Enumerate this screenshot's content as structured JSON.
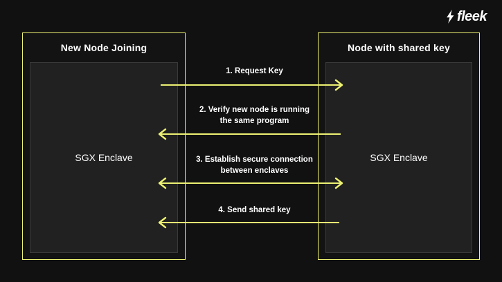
{
  "brand": {
    "name": "fleek",
    "bolt_icon": "lightning-bolt-icon"
  },
  "colors": {
    "background": "#111111",
    "accent": "#eef273",
    "panel_fill": "#131313",
    "enclave_fill": "#212121",
    "enclave_border": "#3a3a3a",
    "text": "#ffffff"
  },
  "panels": [
    {
      "id": "new-node-joining",
      "title": "New Node Joining",
      "enclave_label": "SGX\nEnclave"
    },
    {
      "id": "node-with-shared-key",
      "title": "Node with shared key",
      "enclave_label": "SGX\nEnclave"
    }
  ],
  "messages": [
    {
      "step": "1.",
      "label": "Request Key",
      "text": "1.  Request Key",
      "direction": "right"
    },
    {
      "step": "2.",
      "label": "Verify new node is running\nthe same program",
      "text": "2.  Verify new node is running\nthe same program",
      "direction": "left"
    },
    {
      "step": "3.",
      "label": "Establish secure connection\nbetween enclaves",
      "text": "3.  Establish secure connection\nbetween enclaves",
      "direction": "both"
    },
    {
      "step": "4.",
      "label": "Send shared key",
      "text": "4.  Send shared key",
      "direction": "left"
    }
  ]
}
